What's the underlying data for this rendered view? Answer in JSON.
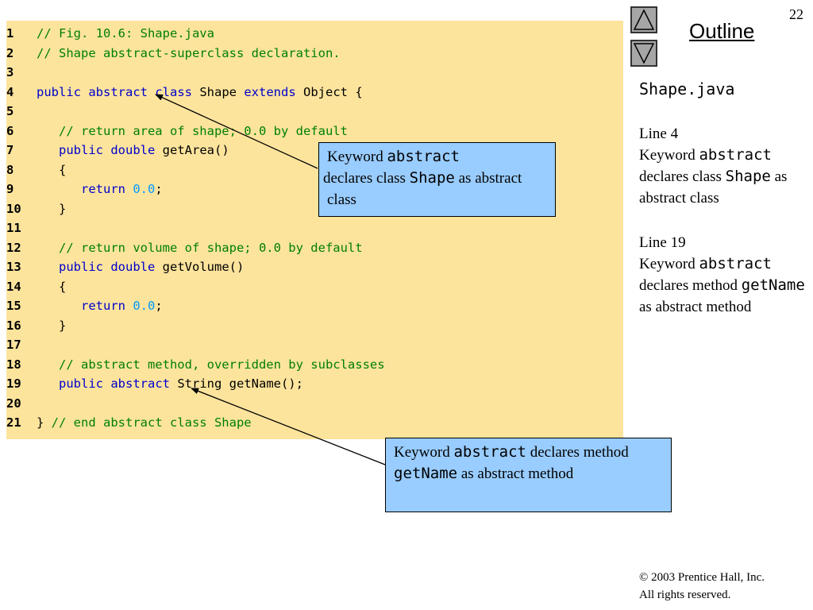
{
  "slide": {
    "page_number": "22",
    "outline_title": "Outline",
    "nav": {
      "up_icon": "triangle-up-icon",
      "down_icon": "triangle-down-icon"
    }
  },
  "code": {
    "lines": [
      {
        "num": "1",
        "tokens": [
          {
            "t": "// Fig. 10.6: Shape.java",
            "c": "comment"
          }
        ]
      },
      {
        "num": "2",
        "tokens": [
          {
            "t": "// Shape abstract-superclass declaration.",
            "c": "comment"
          }
        ]
      },
      {
        "num": "3",
        "tokens": []
      },
      {
        "num": "4",
        "tokens": [
          {
            "t": "public",
            "c": "keyword"
          },
          {
            "t": " ",
            "c": "plain"
          },
          {
            "t": "abstract",
            "c": "keyword"
          },
          {
            "t": " ",
            "c": "plain"
          },
          {
            "t": "class",
            "c": "keyword"
          },
          {
            "t": " Shape ",
            "c": "plain"
          },
          {
            "t": "extends",
            "c": "keyword"
          },
          {
            "t": " Object {",
            "c": "plain"
          }
        ]
      },
      {
        "num": "5",
        "tokens": []
      },
      {
        "num": "6",
        "tokens": [
          {
            "t": "   // return area of shape; 0.0 by default",
            "c": "comment"
          }
        ]
      },
      {
        "num": "7",
        "tokens": [
          {
            "t": "   ",
            "c": "plain"
          },
          {
            "t": "public",
            "c": "keyword"
          },
          {
            "t": " ",
            "c": "plain"
          },
          {
            "t": "double",
            "c": "keyword"
          },
          {
            "t": " getArea()",
            "c": "plain"
          }
        ]
      },
      {
        "num": "8",
        "tokens": [
          {
            "t": "   {",
            "c": "plain"
          }
        ]
      },
      {
        "num": "9",
        "tokens": [
          {
            "t": "      ",
            "c": "plain"
          },
          {
            "t": "return",
            "c": "keyword"
          },
          {
            "t": " ",
            "c": "plain"
          },
          {
            "t": "0.0",
            "c": "number"
          },
          {
            "t": ";",
            "c": "plain"
          }
        ]
      },
      {
        "num": "10",
        "tokens": [
          {
            "t": "   }",
            "c": "plain"
          }
        ]
      },
      {
        "num": "11",
        "tokens": []
      },
      {
        "num": "12",
        "tokens": [
          {
            "t": "   // return volume of shape; 0.0 by default",
            "c": "comment"
          }
        ]
      },
      {
        "num": "13",
        "tokens": [
          {
            "t": "   ",
            "c": "plain"
          },
          {
            "t": "public",
            "c": "keyword"
          },
          {
            "t": " ",
            "c": "plain"
          },
          {
            "t": "double",
            "c": "keyword"
          },
          {
            "t": " getVolume()",
            "c": "plain"
          }
        ]
      },
      {
        "num": "14",
        "tokens": [
          {
            "t": "   {",
            "c": "plain"
          }
        ]
      },
      {
        "num": "15",
        "tokens": [
          {
            "t": "      ",
            "c": "plain"
          },
          {
            "t": "return",
            "c": "keyword"
          },
          {
            "t": " ",
            "c": "plain"
          },
          {
            "t": "0.0",
            "c": "number"
          },
          {
            "t": ";",
            "c": "plain"
          }
        ]
      },
      {
        "num": "16",
        "tokens": [
          {
            "t": "   }",
            "c": "plain"
          }
        ]
      },
      {
        "num": "17",
        "tokens": []
      },
      {
        "num": "18",
        "tokens": [
          {
            "t": "   // abstract method, overridden by subclasses",
            "c": "comment"
          }
        ]
      },
      {
        "num": "19",
        "tokens": [
          {
            "t": "   ",
            "c": "plain"
          },
          {
            "t": "public",
            "c": "keyword"
          },
          {
            "t": " ",
            "c": "plain"
          },
          {
            "t": "abstract",
            "c": "keyword"
          },
          {
            "t": " String getName();",
            "c": "plain"
          }
        ]
      },
      {
        "num": "20",
        "tokens": []
      },
      {
        "num": "21",
        "tokens": [
          {
            "t": "} ",
            "c": "plain"
          },
          {
            "t": "// end abstract class Shape",
            "c": "comment"
          }
        ]
      }
    ]
  },
  "callouts": {
    "class": {
      "w1": "Keyword ",
      "m1": "abstract",
      "w2": " declares class ",
      "m2": "Shape",
      "w3": " as abstract class"
    },
    "method": {
      "w1": "Keyword ",
      "m1": "abstract",
      "w2": " declares method ",
      "m2": "getName",
      "w3": " as abstract method"
    }
  },
  "sidebar": {
    "file": "Shape.java",
    "note1": {
      "line": "Line 4",
      "w1": "Keyword ",
      "m1": "abstract",
      "w2": " declares class ",
      "m2": "Shape",
      "w3": " as abstract class"
    },
    "note2": {
      "line": "Line 19",
      "w1": "Keyword ",
      "m1": "abstract",
      "w2": " declares method ",
      "m2": "getName",
      "w3": " as abstract method"
    }
  },
  "footer": {
    "copyright_symbol": "©",
    "copyright_line1": " 2003 Prentice Hall, Inc.",
    "copyright_line2": "All rights reserved."
  },
  "colors": {
    "code_bg": "#fde49d",
    "callout_bg": "#99ccff",
    "comment": "#008000",
    "keyword": "#0000cc",
    "number": "#0099ff"
  }
}
